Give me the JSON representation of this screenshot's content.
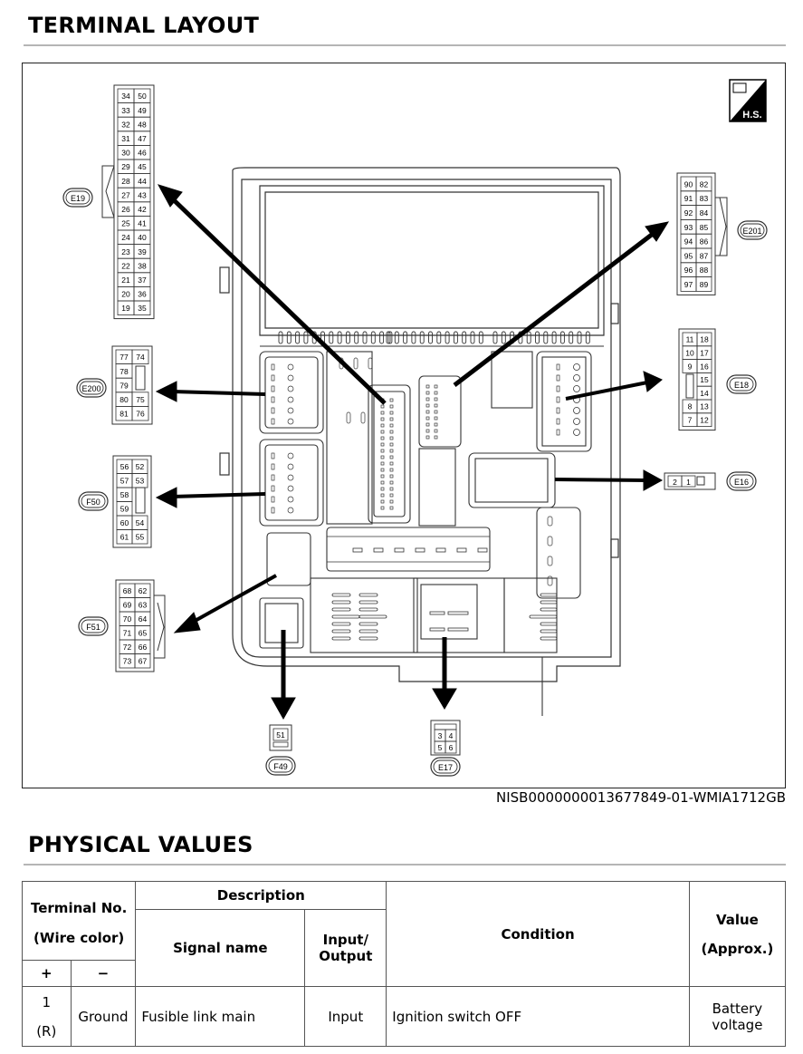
{
  "sections": {
    "terminal_layout": {
      "title": "TERMINAL LAYOUT"
    },
    "physical_values": {
      "title": "PHYSICAL VALUES"
    }
  },
  "figure": {
    "caption": "NISB0000000013677849-01-WMIA1712GB",
    "hs_badge": "H.S.",
    "connectors": {
      "E19": {
        "id": "E19",
        "left": [
          "34",
          "33",
          "32",
          "31",
          "30",
          "29",
          "28",
          "27",
          "26",
          "25",
          "24",
          "23",
          "22",
          "21",
          "20",
          "19"
        ],
        "right": [
          "50",
          "49",
          "48",
          "47",
          "46",
          "45",
          "44",
          "43",
          "42",
          "41",
          "40",
          "39",
          "38",
          "37",
          "36",
          "35"
        ]
      },
      "E201": {
        "id": "E201",
        "left": [
          "90",
          "91",
          "92",
          "93",
          "94",
          "95",
          "96",
          "97"
        ],
        "right": [
          "82",
          "83",
          "84",
          "85",
          "86",
          "87",
          "88",
          "89"
        ]
      },
      "E200": {
        "id": "E200",
        "left": [
          "77",
          "78",
          "79",
          "80",
          "81"
        ],
        "right": [
          "74",
          "",
          "",
          "75",
          "76"
        ]
      },
      "E18": {
        "id": "E18",
        "left": [
          "11",
          "10",
          "9",
          "",
          "",
          "8",
          "7"
        ],
        "right": [
          "18",
          "17",
          "16",
          "15",
          "14",
          "13",
          "12"
        ]
      },
      "F50": {
        "id": "F50",
        "left": [
          "56",
          "57",
          "58",
          "59",
          "60",
          "61"
        ],
        "right": [
          "52",
          "53",
          "",
          "",
          "54",
          "55"
        ]
      },
      "E16": {
        "id": "E16",
        "pins": [
          "2",
          "1"
        ]
      },
      "F51": {
        "id": "F51",
        "left": [
          "68",
          "69",
          "70",
          "71",
          "72",
          "73"
        ],
        "right": [
          "62",
          "63",
          "64",
          "65",
          "66",
          "67"
        ]
      },
      "F49": {
        "id": "F49",
        "pins": [
          "51"
        ]
      },
      "E17": {
        "id": "E17",
        "pins": [
          "3",
          "4",
          "5",
          "6"
        ]
      }
    }
  },
  "table": {
    "headers": {
      "terminal_no": "Terminal No.",
      "wire_color": "(Wire color)",
      "plus": "+",
      "minus": "−",
      "description": "Description",
      "signal_name": "Signal name",
      "input_output": "Input/ Output",
      "condition": "Condition",
      "value": "Value",
      "approx": "(Approx.)"
    },
    "rows": [
      {
        "plus_terminal": "1",
        "plus_color": "(R)",
        "minus": "Ground",
        "signal_name": "Fusible link main",
        "io": "Input",
        "condition": "Ignition switch OFF",
        "value_line1": "Battery",
        "value_line2": "voltage"
      }
    ]
  }
}
